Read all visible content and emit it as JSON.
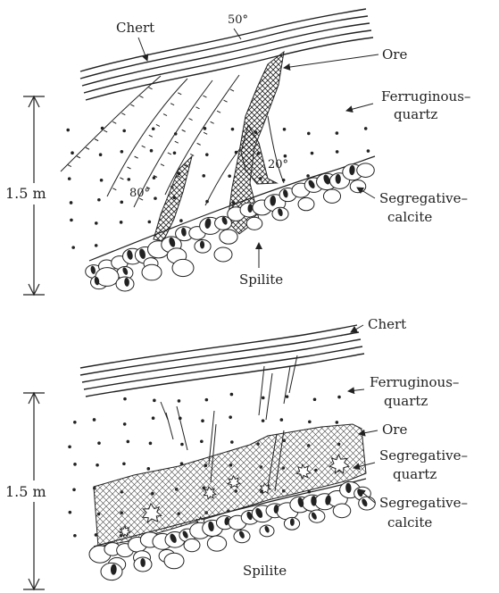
{
  "top_section": {
    "labels": {
      "chert": "Chert",
      "dip_chert": "50°",
      "ore": "Ore",
      "ferruginous_1": "Ferruginous–",
      "ferruginous_2": "quartz",
      "dip_vein_right": "20°",
      "dip_vein_left": "80°",
      "segregative_1": "Segregative–",
      "segregative_2": "calcite",
      "spilite": "Spilite",
      "scale": "1.5 m"
    }
  },
  "bottom_section": {
    "labels": {
      "chert": "Chert",
      "ferruginous_1": "Ferruginous–",
      "ferruginous_2": "quartz",
      "ore": "Ore",
      "seg_quartz_1": "Segregative–",
      "seg_quartz_2": "quartz",
      "seg_calcite_1": "Segregative–",
      "seg_calcite_2": "calcite",
      "spilite": "Spilite",
      "scale": "1.5 m"
    }
  },
  "colors": {
    "ink": "#222222",
    "paper": "#ffffff"
  }
}
